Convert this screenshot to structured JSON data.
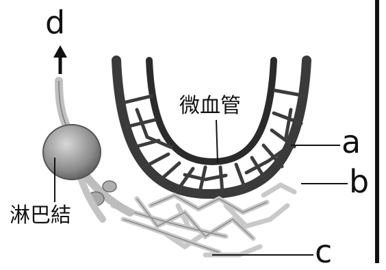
{
  "labels": {
    "d": "d",
    "a": "a",
    "b": "b",
    "c": "c",
    "capillary": "微血管",
    "lymph_node": "淋巴結"
  }
}
